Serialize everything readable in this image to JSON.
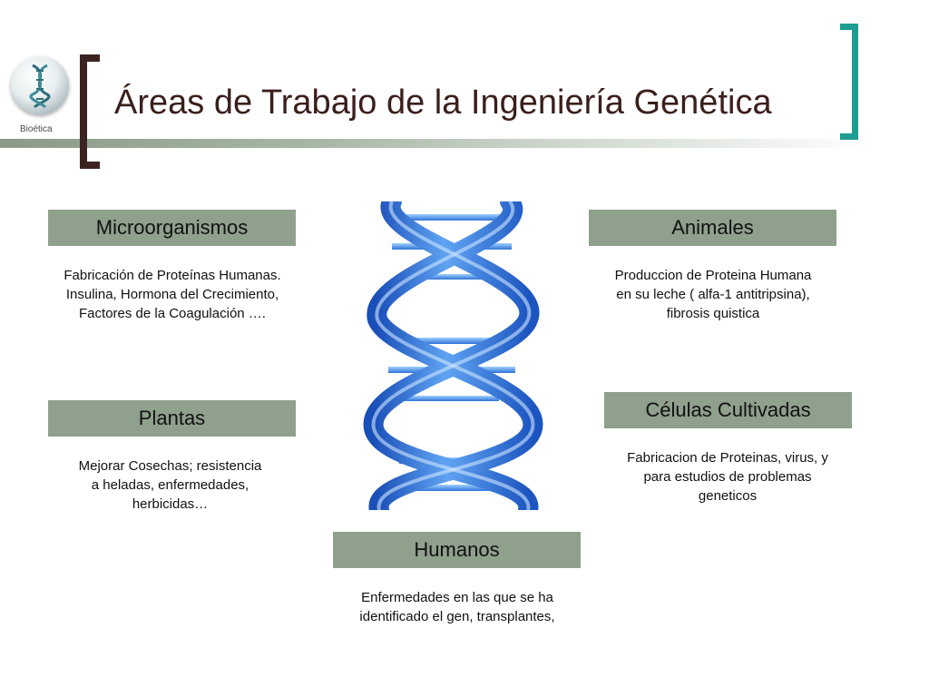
{
  "logo": {
    "label": "Bioética"
  },
  "page": {
    "title": "Áreas de Trabajo de la Ingeniería Genética"
  },
  "areas": {
    "microorganismos": {
      "label": "Microorganismos",
      "lines": [
        "Fabricación de Proteínas Humanas.",
        "Insulina, Hormona del Crecimiento,",
        "Factores de la Coagulación …."
      ]
    },
    "animales": {
      "label": "Animales",
      "lines": [
        "Produccion de Proteina Humana",
        "en su leche ( alfa-1 antitripsina),",
        "fibrosis quistica"
      ]
    },
    "plantas": {
      "label": "Plantas",
      "lines": [
        "Mejorar Cosechas; resistencia",
        "a heladas, enfermedades,",
        "herbicidas…"
      ]
    },
    "celulas": {
      "label": "Células Cultivadas",
      "lines": [
        "Fabricacion de Proteinas, virus, y",
        "para estudios de problemas",
        "geneticos"
      ]
    },
    "humanos": {
      "label": "Humanos",
      "lines": [
        "Enfermedades en las que se ha",
        "identificado el gen, transplantes,"
      ]
    }
  },
  "colors": {
    "box": "#8fa08d",
    "title": "#3b1f1c",
    "bracket_left": "#3a2320",
    "bracket_right": "#1e9b92",
    "dna": "#2f6fd6"
  }
}
